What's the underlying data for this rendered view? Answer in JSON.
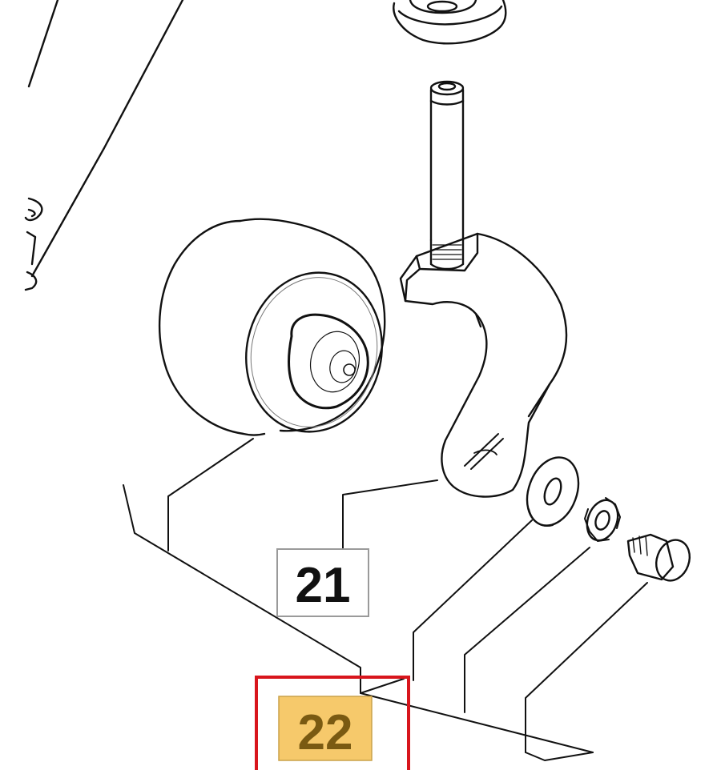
{
  "diagram": {
    "type": "exploded parts diagram",
    "callouts": [
      {
        "id": "callout-21",
        "label": "21",
        "highlighted": false
      },
      {
        "id": "callout-22",
        "label": "22",
        "highlighted": true
      }
    ],
    "colors": {
      "line": "#111111",
      "highlight_fill": "#f6c96b",
      "highlight_text": "#7a5a12",
      "selection_border": "#d8151c",
      "label_box_border": "#9a9a9a"
    }
  }
}
